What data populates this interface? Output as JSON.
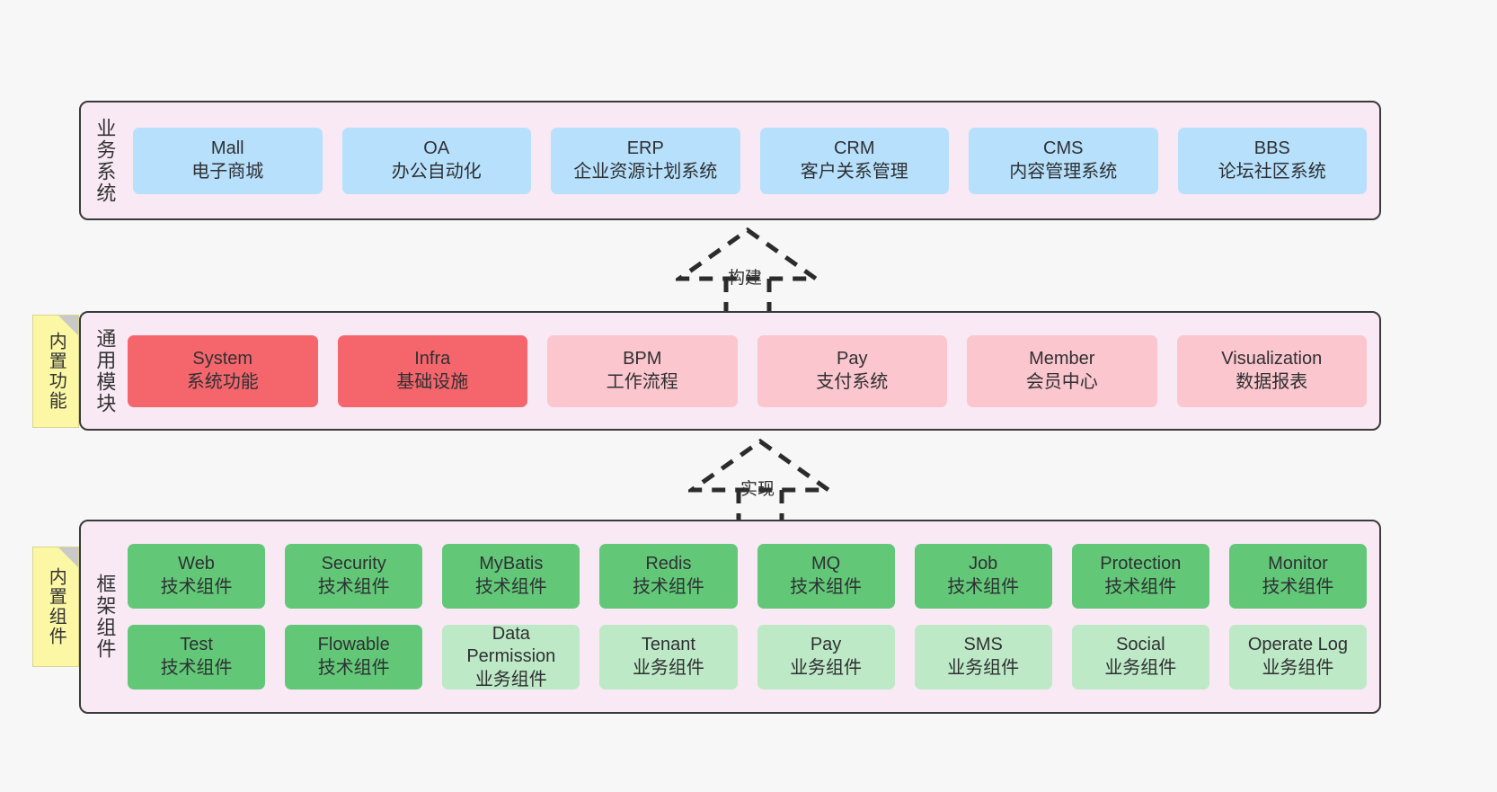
{
  "diagram": {
    "title_hidden": "",
    "colors": {
      "canvas_bg": "#f7f7f7",
      "layer_bg": "#f8e9f4",
      "layer_border": "#3a3a3a",
      "business_node": "#b6e0fb",
      "core_module_node": "#f4666c",
      "module_node": "#fbc6cd",
      "tech_component_node": "#62c878",
      "biz_component_node": "#bde9c6",
      "note_bg": "#fbf7a4",
      "note_fold": "#c9c9c9"
    }
  },
  "notes": [
    {
      "id": "note-common",
      "label": "内置功能"
    },
    {
      "id": "note-framework",
      "label": "内置组件"
    }
  ],
  "arrows": [
    {
      "id": "arrow-build",
      "label": "构建",
      "style": "dashed-hollow-triangle",
      "direction": "up"
    },
    {
      "id": "arrow-realize",
      "label": "实现",
      "style": "dashed-hollow-triangle",
      "direction": "up"
    }
  ],
  "layers": [
    {
      "id": "layer-business",
      "title": "业务系统",
      "rows": [
        [
          {
            "en": "Mall",
            "cn": "电子商城",
            "color": "c-blue"
          },
          {
            "en": "OA",
            "cn": "办公自动化",
            "color": "c-blue"
          },
          {
            "en": "ERP",
            "cn": "企业资源计划系统",
            "color": "c-blue"
          },
          {
            "en": "CRM",
            "cn": "客户关系管理",
            "color": "c-blue"
          },
          {
            "en": "CMS",
            "cn": "内容管理系统",
            "color": "c-blue"
          },
          {
            "en": "BBS",
            "cn": "论坛社区系统",
            "color": "c-blue"
          }
        ]
      ]
    },
    {
      "id": "layer-common",
      "title": "通用模块",
      "rows": [
        [
          {
            "en": "System",
            "cn": "系统功能",
            "color": "c-red"
          },
          {
            "en": "Infra",
            "cn": "基础设施",
            "color": "c-red"
          },
          {
            "en": "BPM",
            "cn": "工作流程",
            "color": "c-pink"
          },
          {
            "en": "Pay",
            "cn": "支付系统",
            "color": "c-pink"
          },
          {
            "en": "Member",
            "cn": "会员中心",
            "color": "c-pink"
          },
          {
            "en": "Visualization",
            "cn": "数据报表",
            "color": "c-pink"
          }
        ]
      ]
    },
    {
      "id": "layer-framework",
      "title": "框架组件",
      "rows": [
        [
          {
            "en": "Web",
            "cn": "技术组件",
            "color": "c-green"
          },
          {
            "en": "Security",
            "cn": "技术组件",
            "color": "c-green"
          },
          {
            "en": "MyBatis",
            "cn": "技术组件",
            "color": "c-green"
          },
          {
            "en": "Redis",
            "cn": "技术组件",
            "color": "c-green"
          },
          {
            "en": "MQ",
            "cn": "技术组件",
            "color": "c-green"
          },
          {
            "en": "Job",
            "cn": "技术组件",
            "color": "c-green"
          },
          {
            "en": "Protection",
            "cn": "技术组件",
            "color": "c-green"
          },
          {
            "en": "Monitor",
            "cn": "技术组件",
            "color": "c-green"
          }
        ],
        [
          {
            "en": "Test",
            "cn": "技术组件",
            "color": "c-green"
          },
          {
            "en": "Flowable",
            "cn": "技术组件",
            "color": "c-green"
          },
          {
            "en": "Data Permission",
            "cn": "业务组件",
            "color": "c-lightgreen"
          },
          {
            "en": "Tenant",
            "cn": "业务组件",
            "color": "c-lightgreen"
          },
          {
            "en": "Pay",
            "cn": "业务组件",
            "color": "c-lightgreen"
          },
          {
            "en": "SMS",
            "cn": "业务组件",
            "color": "c-lightgreen"
          },
          {
            "en": "Social",
            "cn": "业务组件",
            "color": "c-lightgreen"
          },
          {
            "en": "Operate Log",
            "cn": "业务组件",
            "color": "c-lightgreen"
          }
        ]
      ]
    }
  ]
}
